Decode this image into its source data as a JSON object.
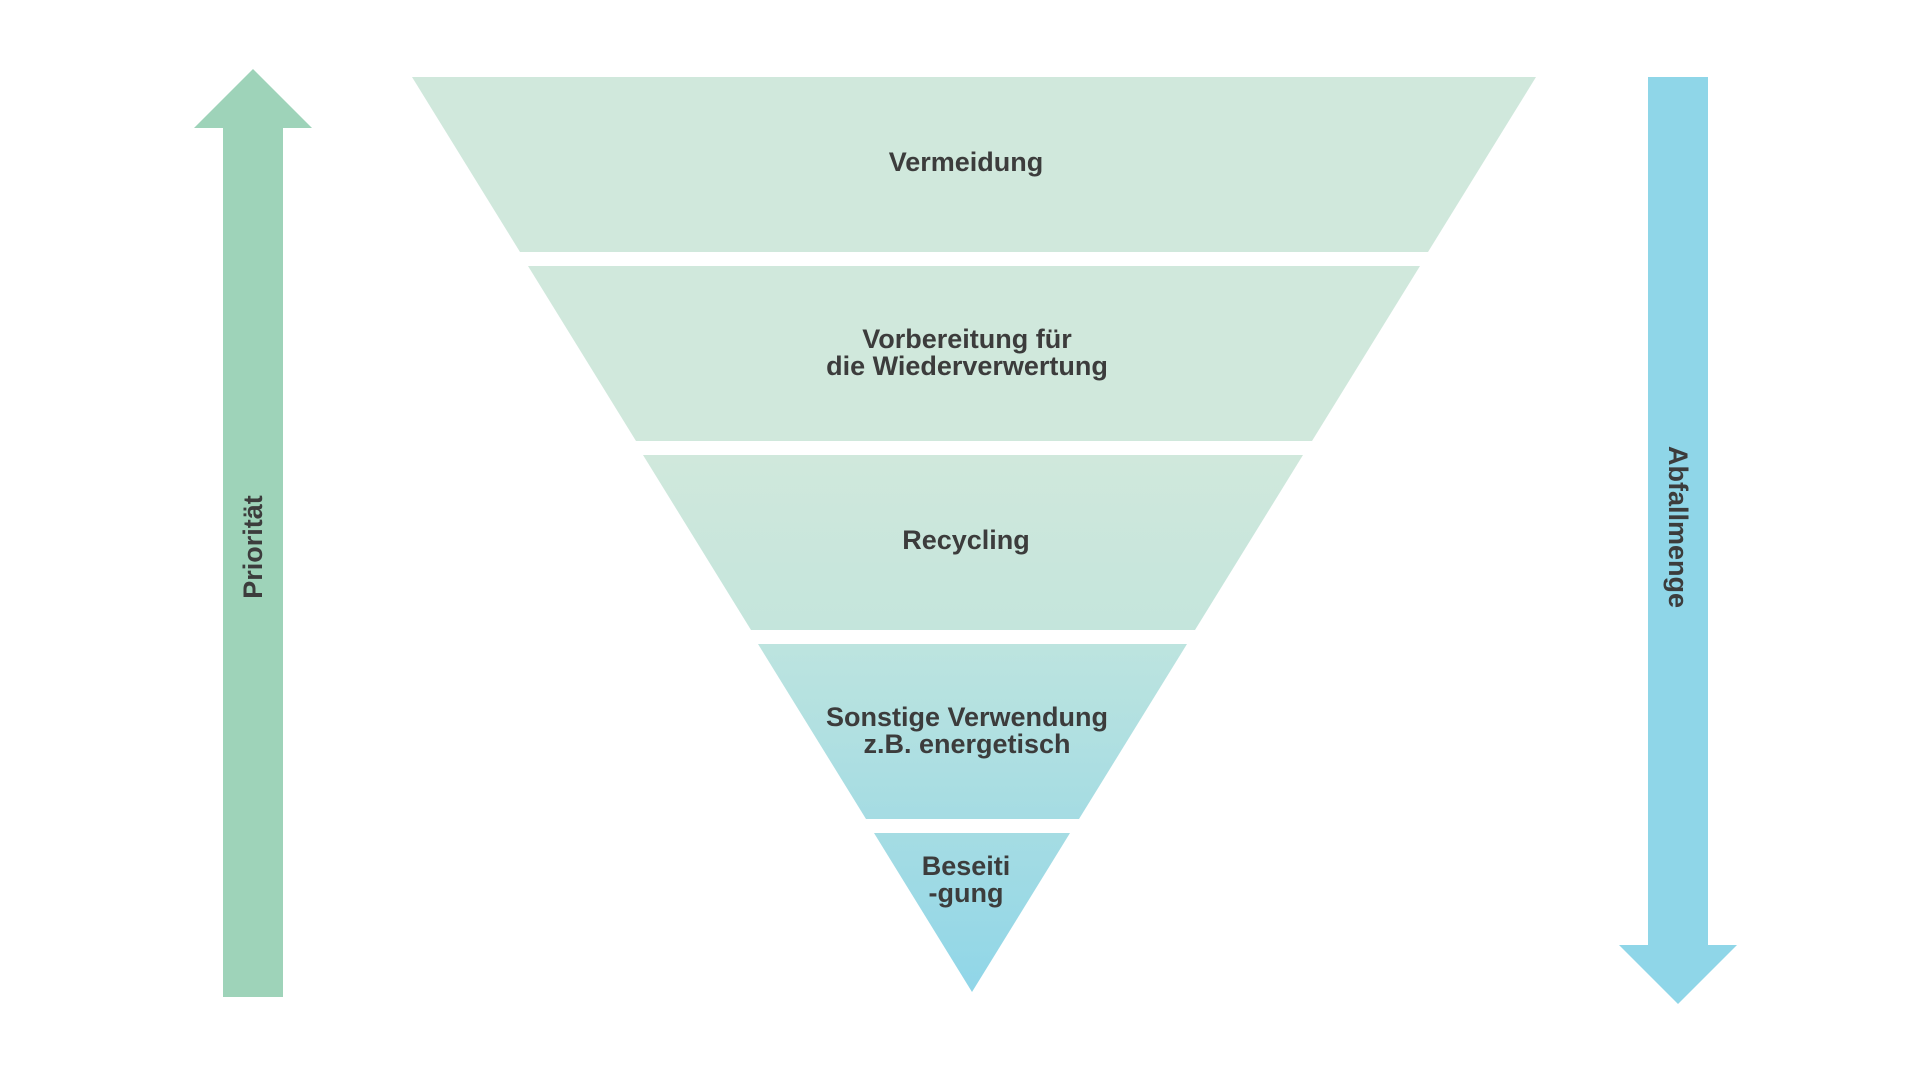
{
  "diagram": {
    "tiers": [
      {
        "lines": [
          "Vermeidung"
        ],
        "color_top": "#d0e8dc",
        "color_bottom": "#d0e8dc"
      },
      {
        "lines": [
          "Vorbereitung für",
          "die Wiederverwertung"
        ],
        "color_top": "#d0e8dc",
        "color_bottom": "#d0e8dc"
      },
      {
        "lines": [
          "Recycling"
        ],
        "color_top": "#d0e8dc",
        "color_bottom": "#c4e5dc"
      },
      {
        "lines": [
          "Sonstige Verwendung",
          "z.B. energetisch"
        ],
        "color_top": "#bde4df",
        "color_bottom": "#a5dce3"
      },
      {
        "lines": [
          "Beseiti",
          "-gung"
        ],
        "color_top": "#a5dce3",
        "color_bottom": "#90d6e8"
      }
    ],
    "arrows": {
      "priority": {
        "label": "Priorität",
        "direction": "up",
        "color": "#9ed3b9"
      },
      "waste_amount": {
        "label": "Abfallmenge",
        "direction": "down",
        "color": "#8fd6e8"
      }
    },
    "text_color": "#3c3c3c"
  }
}
